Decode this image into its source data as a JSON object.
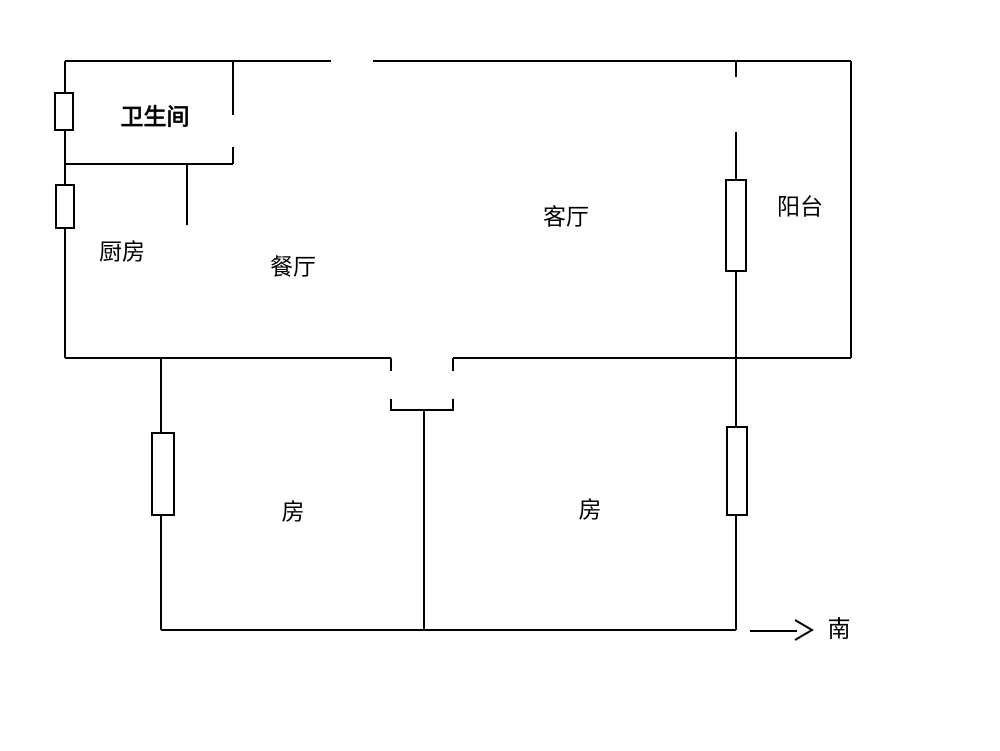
{
  "rooms": {
    "bathroom": "卫生间",
    "kitchen": "厨房",
    "dining": "餐厅",
    "living": "客厅",
    "balcony": "阳台",
    "bedroom_left": "房",
    "bedroom_right": "房"
  },
  "compass": {
    "direction": "南",
    "arrow_icon": "arrow-right-icon"
  }
}
